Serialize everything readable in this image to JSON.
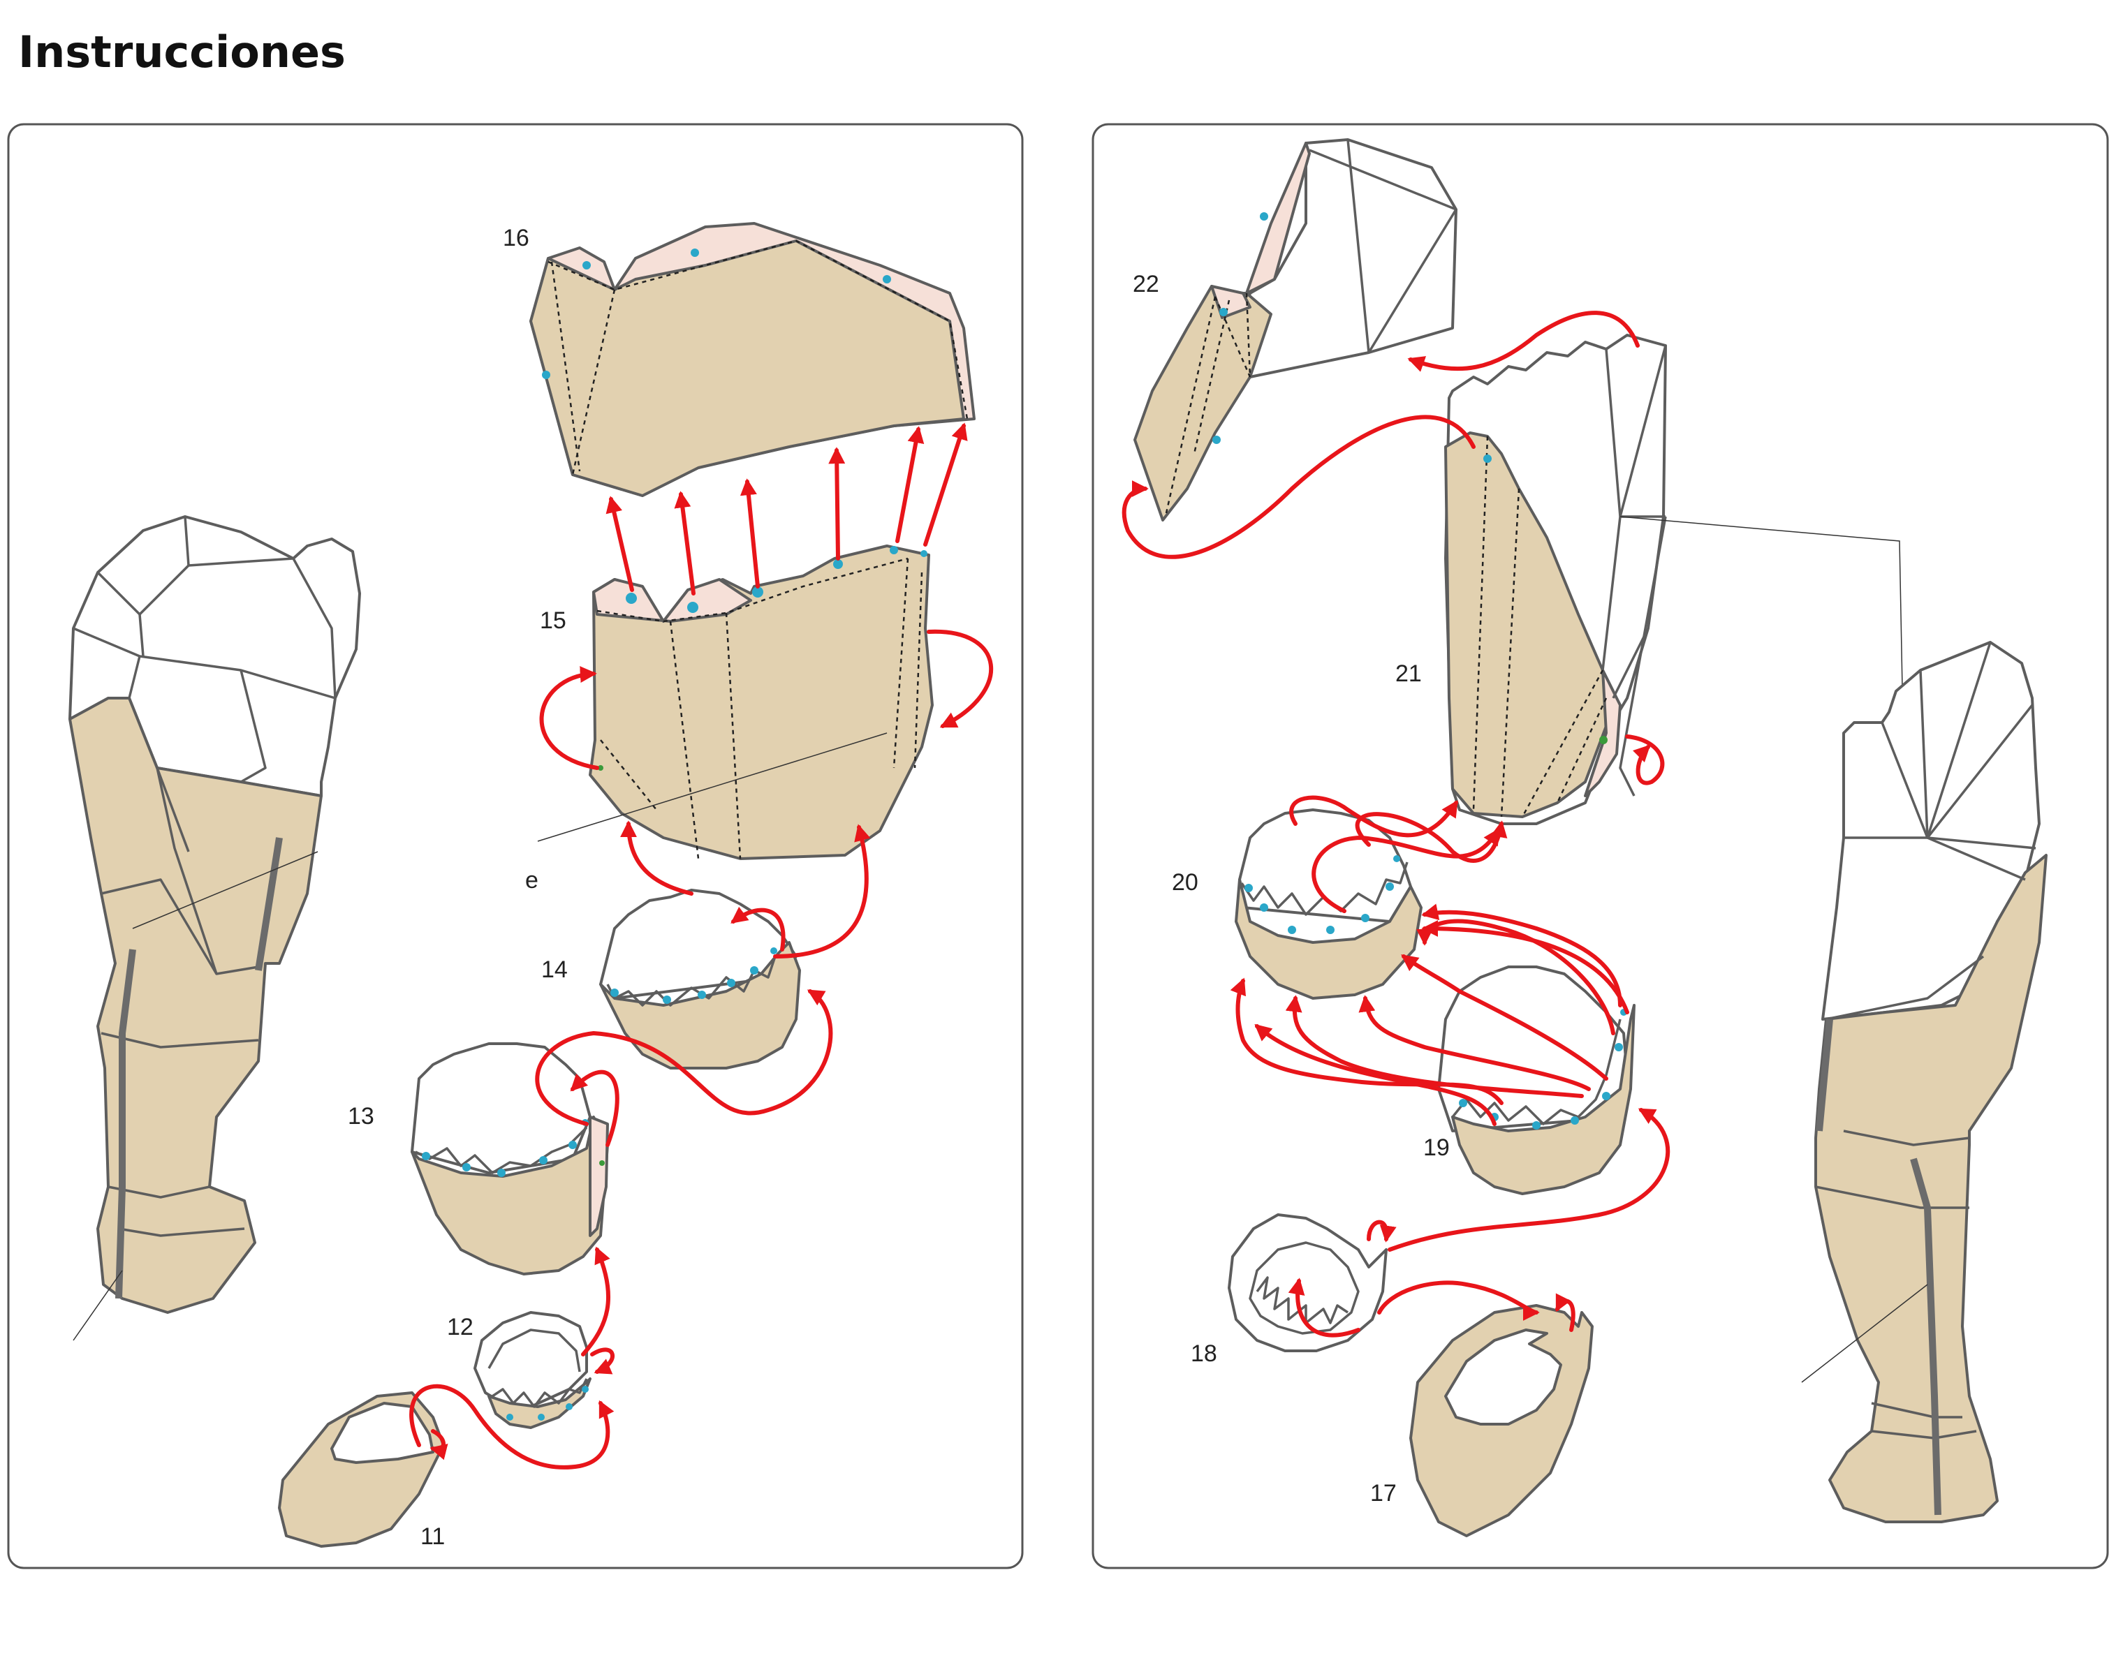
{
  "page": {
    "title": "Instrucciones"
  },
  "steps": [
    "16",
    "15",
    "14",
    "13",
    "12",
    "11",
    "22",
    "21",
    "20",
    "19",
    "18",
    "17"
  ],
  "stray_mark": "e",
  "colors": {
    "arrow": "#e8151a",
    "paper_tan": "#e2d1b0",
    "paper_pink": "#f6e0d8",
    "glue_dot": "#2aa7c9",
    "outline": "#5d5d5d"
  }
}
